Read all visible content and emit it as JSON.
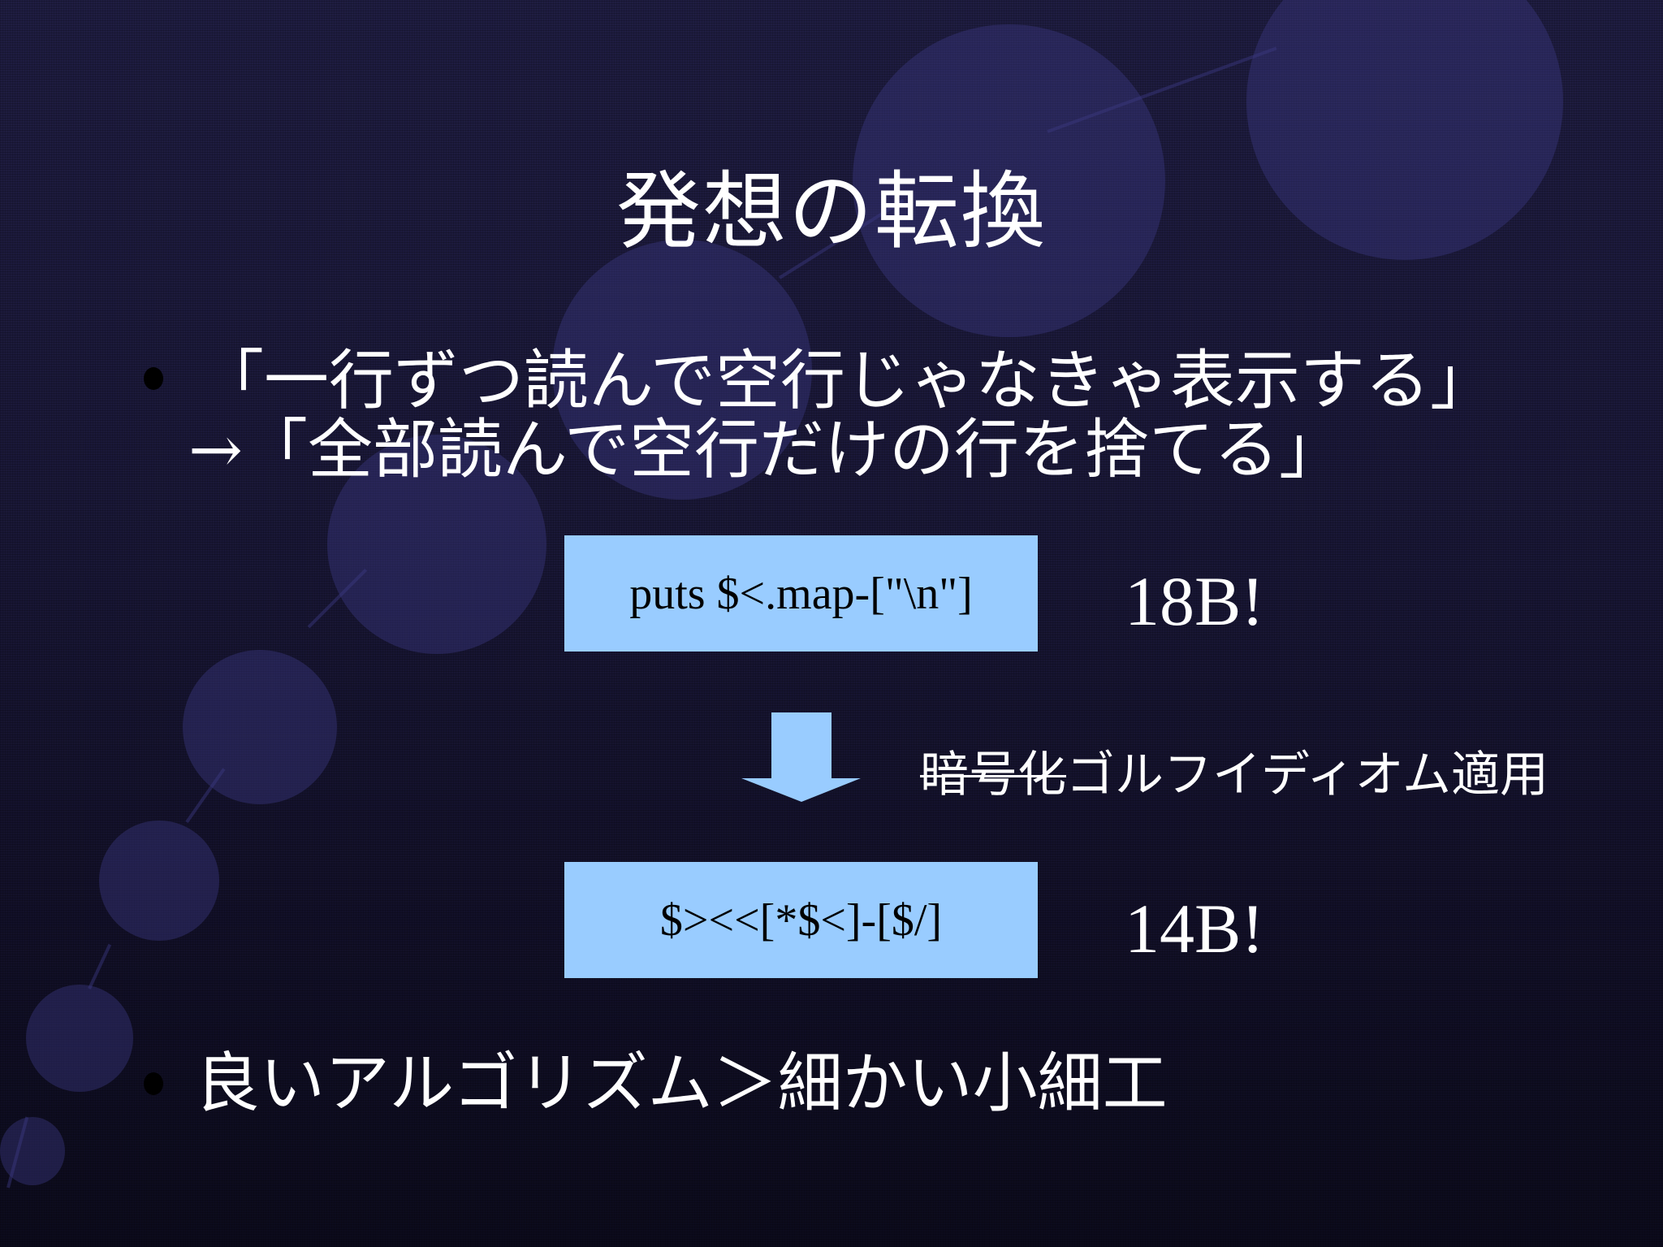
{
  "slide": {
    "title": "発想の転換",
    "bullets": [
      {
        "line1": "「一行ずつ読んで空行じゃなきゃ表示する」",
        "line2": "→「全部読んで空行だけの行を捨てる」"
      },
      {
        "line1": "良いアルゴリズム＞細かい小細工"
      }
    ],
    "code_before": {
      "code": "puts $<.map-[\"\\n\"]",
      "size_label": "18B!"
    },
    "transform_note": {
      "struck_text": "暗号化",
      "text": "ゴルフイディオム適用"
    },
    "code_after": {
      "code": "$><<[*$<]-[$/]",
      "size_label": "14B!"
    },
    "colors": {
      "background": "#1a1838",
      "code_box": "#99ccff",
      "arrow": "#99ccff",
      "text": "#ffffff",
      "bullet": "#000000"
    }
  }
}
